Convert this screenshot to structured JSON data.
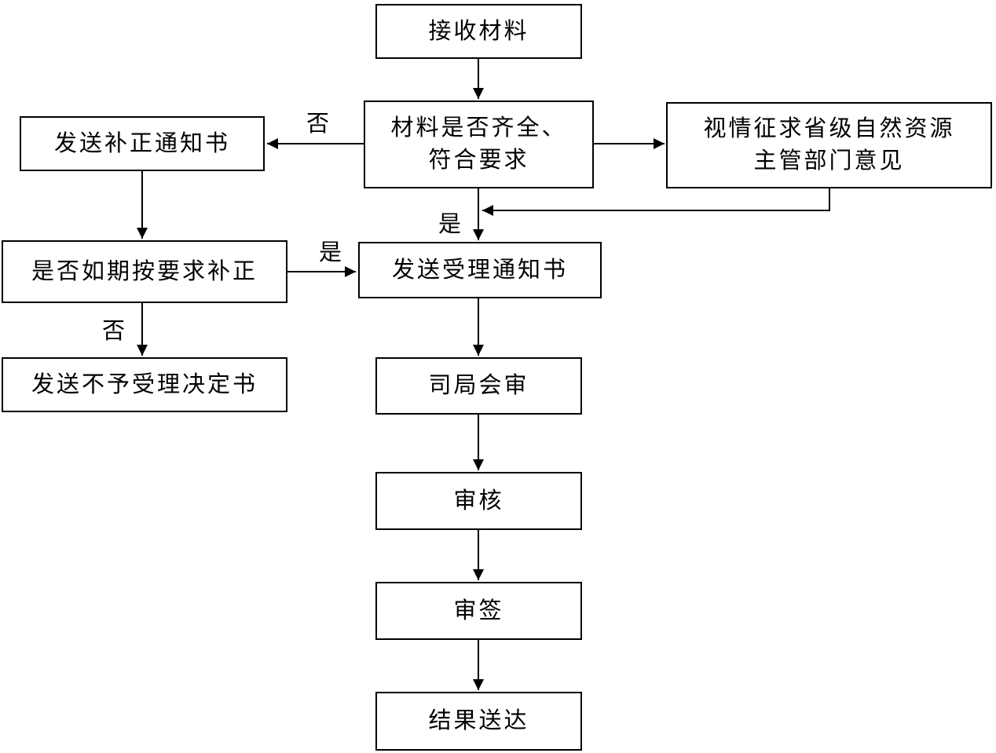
{
  "diagram_type": "flowchart",
  "colors": {
    "line": "#000000",
    "box_border": "#000000",
    "background": "#ffffff",
    "text": "#000000"
  },
  "nodes": {
    "receive": {
      "label": "接收材料"
    },
    "check": {
      "label": "材料是否齐全、\n符合要求"
    },
    "send_correction": {
      "label": "发送补正通知书"
    },
    "consult_provincial": {
      "label": "视情征求省级自然资源\n主管部门意见"
    },
    "correction_on_time": {
      "label": "是否如期按要求补正"
    },
    "send_acceptance": {
      "label": "发送受理通知书"
    },
    "send_rejection": {
      "label": "发送不予受理决定书"
    },
    "bureau_joint_review": {
      "label": "司局会审"
    },
    "review": {
      "label": "审核"
    },
    "sign_off": {
      "label": "审签"
    },
    "deliver_result": {
      "label": "结果送达"
    }
  },
  "edge_labels": {
    "check_no": "否",
    "check_yes": "是",
    "correction_yes": "是",
    "correction_no": "否"
  },
  "edges": [
    {
      "from": "receive",
      "to": "check",
      "label": ""
    },
    {
      "from": "check",
      "to": "send_correction",
      "label": "否"
    },
    {
      "from": "check",
      "to": "consult_provincial",
      "label": ""
    },
    {
      "from": "check",
      "to": "send_acceptance",
      "label": "是"
    },
    {
      "from": "consult_provincial",
      "to": "send_acceptance",
      "label": ""
    },
    {
      "from": "send_correction",
      "to": "correction_on_time",
      "label": ""
    },
    {
      "from": "correction_on_time",
      "to": "send_acceptance",
      "label": "是"
    },
    {
      "from": "correction_on_time",
      "to": "send_rejection",
      "label": "否"
    },
    {
      "from": "send_acceptance",
      "to": "bureau_joint_review",
      "label": ""
    },
    {
      "from": "bureau_joint_review",
      "to": "review",
      "label": ""
    },
    {
      "from": "review",
      "to": "sign_off",
      "label": ""
    },
    {
      "from": "sign_off",
      "to": "deliver_result",
      "label": ""
    }
  ]
}
